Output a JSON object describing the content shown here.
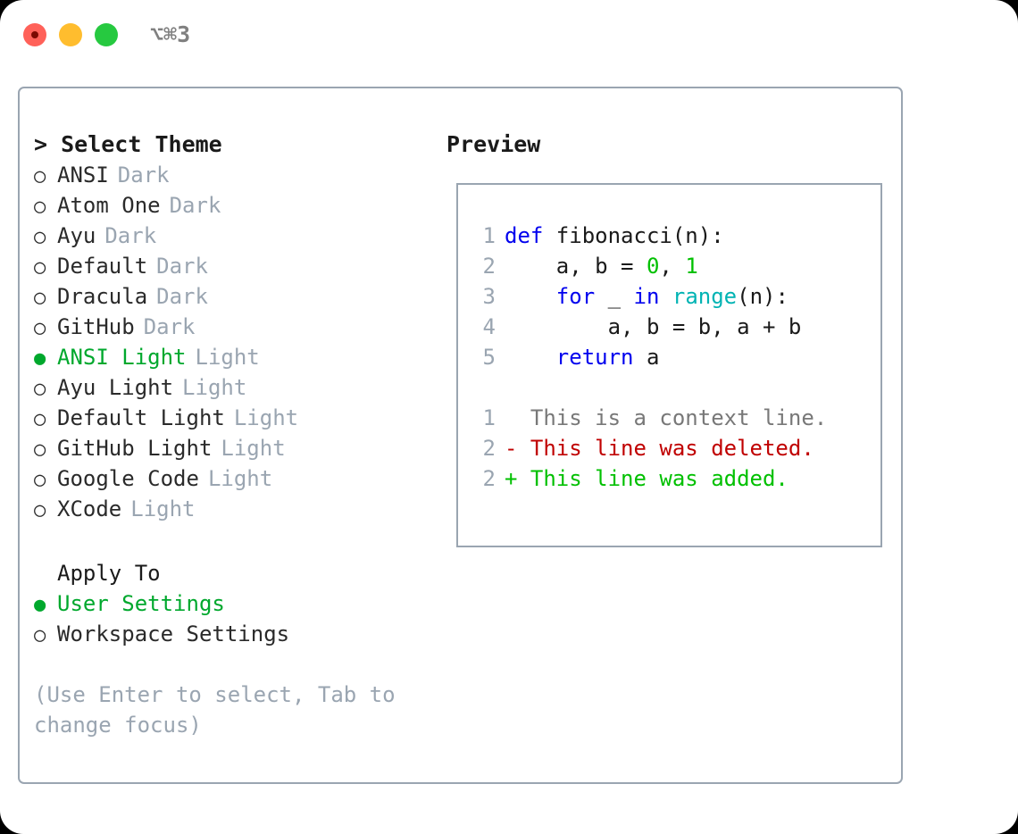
{
  "window": {
    "shortcut": "⌥⌘3",
    "traffic_lights": [
      {
        "name": "close",
        "color": "#ff6159"
      },
      {
        "name": "minimize",
        "color": "#ffbd2e"
      },
      {
        "name": "maximize",
        "color": "#26c940"
      }
    ]
  },
  "theme_panel": {
    "title": "> Select Theme",
    "selected_marker": "●",
    "unselected_marker": "○",
    "items": [
      {
        "marker": "○",
        "label": "ANSI",
        "kind": "Dark",
        "selected": false
      },
      {
        "marker": "○",
        "label": "Atom One",
        "kind": "Dark",
        "selected": false
      },
      {
        "marker": "○",
        "label": "Ayu",
        "kind": "Dark",
        "selected": false
      },
      {
        "marker": "○",
        "label": "Default",
        "kind": "Dark",
        "selected": false
      },
      {
        "marker": "○",
        "label": "Dracula",
        "kind": "Dark",
        "selected": false
      },
      {
        "marker": "○",
        "label": "GitHub",
        "kind": "Dark",
        "selected": false
      },
      {
        "marker": "●",
        "label": "ANSI Light",
        "kind": "Light",
        "selected": true
      },
      {
        "marker": "○",
        "label": "Ayu Light",
        "kind": "Light",
        "selected": false
      },
      {
        "marker": "○",
        "label": "Default Light",
        "kind": "Light",
        "selected": false
      },
      {
        "marker": "○",
        "label": "GitHub Light",
        "kind": "Light",
        "selected": false
      },
      {
        "marker": "○",
        "label": "Google Code",
        "kind": "Light",
        "selected": false
      },
      {
        "marker": "○",
        "label": "XCode",
        "kind": "Light",
        "selected": false
      }
    ]
  },
  "apply_to": {
    "heading": "Apply To",
    "items": [
      {
        "marker": "●",
        "label": "User Settings",
        "selected": true
      },
      {
        "marker": "○",
        "label": "Workspace Settings",
        "selected": false
      }
    ]
  },
  "hint": "(Use Enter to select, Tab to change focus)",
  "preview": {
    "title": "Preview",
    "code_lines": [
      {
        "num": "1",
        "tokens": [
          {
            "t": "def",
            "c": "kw"
          },
          {
            "t": " fibonacci(n):",
            "c": "plain"
          }
        ]
      },
      {
        "num": "2",
        "tokens": [
          {
            "t": "    a, b = ",
            "c": "plain"
          },
          {
            "t": "0",
            "c": "num"
          },
          {
            "t": ", ",
            "c": "plain"
          },
          {
            "t": "1",
            "c": "num"
          }
        ]
      },
      {
        "num": "3",
        "tokens": [
          {
            "t": "    ",
            "c": "plain"
          },
          {
            "t": "for",
            "c": "kw"
          },
          {
            "t": " _ ",
            "c": "plain"
          },
          {
            "t": "in",
            "c": "kw"
          },
          {
            "t": " ",
            "c": "plain"
          },
          {
            "t": "range",
            "c": "fn"
          },
          {
            "t": "(n):",
            "c": "plain"
          }
        ]
      },
      {
        "num": "4",
        "tokens": [
          {
            "t": "        a, b = b, a + b",
            "c": "plain"
          }
        ]
      },
      {
        "num": "5",
        "tokens": [
          {
            "t": "    ",
            "c": "plain"
          },
          {
            "t": "return",
            "c": "kw"
          },
          {
            "t": " a",
            "c": "plain"
          }
        ]
      }
    ],
    "diff_lines": [
      {
        "num": "1",
        "kind": "ctx",
        "text": "  This is a context line."
      },
      {
        "num": "2",
        "kind": "del",
        "text": "- This line was deleted."
      },
      {
        "num": "2",
        "kind": "add",
        "text": "+ This line was added."
      }
    ]
  },
  "colors": {
    "accent_green": "#00a82d",
    "muted_gray": "#9aa5b1",
    "keyword_blue": "#0000ee",
    "function_teal": "#00b3b3",
    "number_green": "#00c000",
    "diff_add_green": "#00c000",
    "diff_del_red": "#c00000",
    "border": "#9aa5b1",
    "background": "#ffffff",
    "page_background": "#000000"
  }
}
